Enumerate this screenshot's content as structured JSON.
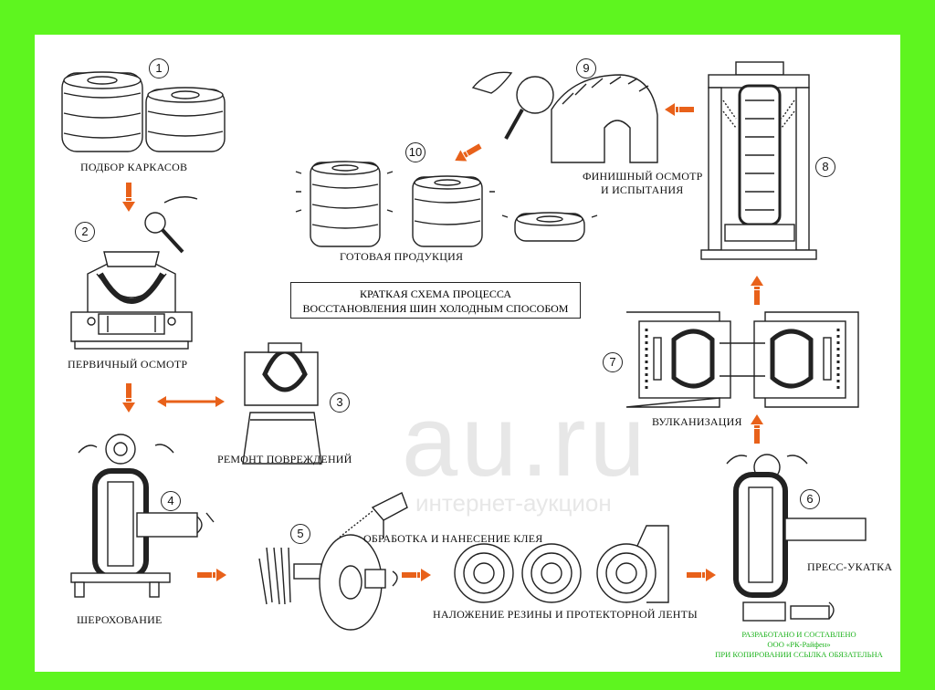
{
  "title": {
    "line1": "КРАТКАЯ СХЕМА ПРОЦЕССА",
    "line2": "ВОССТАНОВЛЕНИЯ ШИН ХОЛОДНЫМ СПОСОБОМ"
  },
  "steps": [
    {
      "number": "1",
      "label": "ПОДБОР КАРКАСОВ"
    },
    {
      "number": "2",
      "label": "ПЕРВИЧНЫЙ ОСМОТР"
    },
    {
      "number": "3",
      "label": "РЕМОНТ ПОВРЕЖДЕНИЙ"
    },
    {
      "number": "4",
      "label": "ШЕРОХОВАНИЕ"
    },
    {
      "number": "5",
      "label": "ОБРАБОТКА И НАНЕСЕНИЕ КЛЕЯ"
    },
    {
      "number": "6",
      "label": "ПРЕСС-УКАТКА"
    },
    {
      "number": "7",
      "label": "ВУЛКАНИЗАЦИЯ"
    },
    {
      "number": "8",
      "label": ""
    },
    {
      "number": "9",
      "label_line1": "ФИНИШНЫЙ ОСМОТР",
      "label_line2": "И ИСПЫТАНИЯ"
    },
    {
      "number": "10",
      "label": "ГОТОВАЯ ПРОДУКЦИЯ"
    }
  ],
  "extra_label": "НАЛОЖЕНИЕ РЕЗИНЫ И ПРОТЕКТОРНОЙ ЛЕНТЫ",
  "credit": {
    "line1": "РАЗРАБОТАНО И СОСТАВЛЕНО",
    "line2": "ООО «РК-Райфен»",
    "line3": "ПРИ КОПИРОВАНИИ ССЫЛКА ОБЯЗАТЕЛЬНА"
  },
  "watermark": {
    "brand": "au.ru",
    "subtitle": "интернет-аукцион"
  },
  "colors": {
    "frame": "#5ef51f",
    "arrow": "#e8611a",
    "credit": "#1db31d",
    "line": "#222222"
  }
}
